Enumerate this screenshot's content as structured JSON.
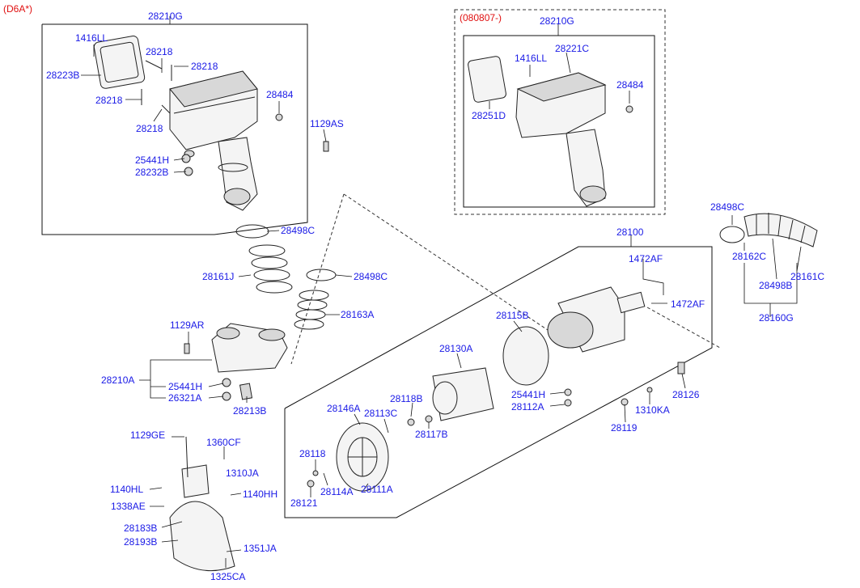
{
  "variant_label": "(D6A*)",
  "inset_label": "(080807-)",
  "labels": {
    "p28210G_main": "28210G",
    "p1416LL_main": "1416LL",
    "p28223B": "28223B",
    "p28218_a": "28218",
    "p28218_b": "28218",
    "p28218_c": "28218",
    "p28218_d": "28218",
    "p28484_main": "28484",
    "p1129AS": "1129AS",
    "p25441H_a": "25441H",
    "p28232B": "28232B",
    "p28498C_a": "28498C",
    "p28161J": "28161J",
    "p28498C_b": "28498C",
    "p28163A": "28163A",
    "p1129AR": "1129AR",
    "p28210A": "28210A",
    "p25441H_b": "25441H",
    "p26321A": "26321A",
    "p28213B": "28213B",
    "p1129GE": "1129GE",
    "p1360CF": "1360CF",
    "p1310JA": "1310JA",
    "p1140HL": "1140HL",
    "p1140HH": "1140HH",
    "p1338AE": "1338AE",
    "p28183B": "28183B",
    "p28193B": "28193B",
    "p1351JA": "1351JA",
    "p1325CA": "1325CA",
    "p28210G_inset": "28210G",
    "p1416LL_inset": "1416LL",
    "p28221C": "28221C",
    "p28484_inset": "28484",
    "p28251D": "28251D",
    "p28100": "28100",
    "p1472AF_a": "1472AF",
    "p1472AF_b": "1472AF",
    "p28115B": "28115B",
    "p28130A": "28130A",
    "p25441H_c": "25441H",
    "p28112A": "28112A",
    "p28118B": "28118B",
    "p28146A": "28146A",
    "p28113C": "28113C",
    "p28117B": "28117B",
    "p28118": "28118",
    "p28121": "28121",
    "p28114A": "28114A",
    "p28111A": "28111A",
    "p28119": "28119",
    "p1310KA": "1310KA",
    "p28126": "28126",
    "p28498C_c": "28498C",
    "p28162C": "28162C",
    "p28161C": "28161C",
    "p28498B": "28498B",
    "p28160G": "28160G"
  },
  "colors": {
    "label": "#1a1ae6",
    "variant": "#e01010",
    "line": "#222222"
  }
}
